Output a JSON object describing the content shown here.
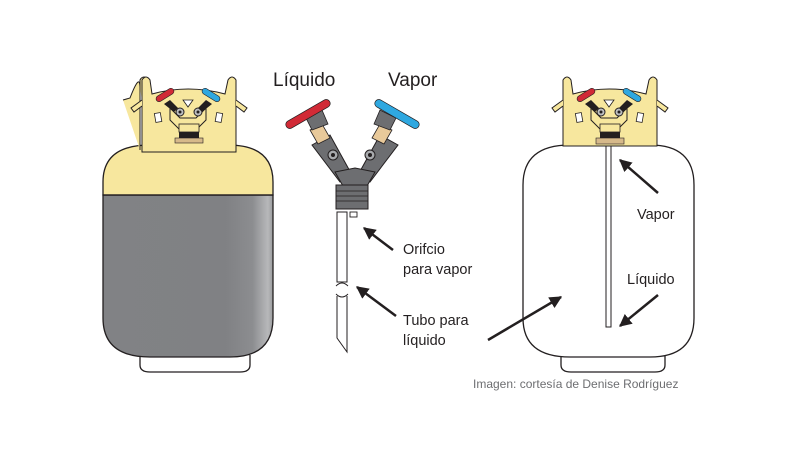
{
  "diagram": {
    "title": "Cilindro de refrigerante con válvula de dos vías",
    "colors": {
      "yellow": "#f7e79e",
      "gray": "#808184",
      "valve_gray": "#6d6e71",
      "red": "#d12a36",
      "blue": "#2fa8e0",
      "nut": "#e8c99a",
      "outline": "#231f20"
    },
    "valve_labels": {
      "liquid": "Líquido",
      "vapor": "Vapor"
    },
    "valve_callouts": {
      "vapor_port_line1": "Orifcio",
      "vapor_port_line2": "para vapor",
      "liquid_tube_line1": "Tubo para",
      "liquid_tube_line2": "líquido"
    },
    "right_cylinder_labels": {
      "vapor": "Vapor",
      "liquid": "Líquido"
    },
    "credit": "Imagen: cortesía de Denise Rodríguez"
  }
}
